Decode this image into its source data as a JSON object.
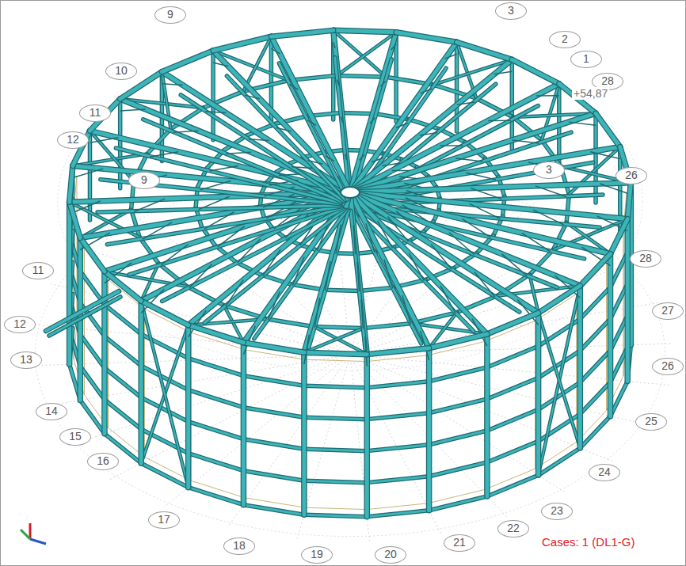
{
  "diagram": {
    "nodes": [
      {
        "text": [
          "9"
        ]
      },
      {
        "text": [
          "3"
        ]
      },
      {
        "text": [
          "2"
        ]
      },
      {
        "text": [
          "1"
        ]
      },
      {
        "text": [
          "28"
        ]
      },
      {
        "text": [
          "10"
        ]
      },
      {
        "text": [
          "11"
        ]
      },
      {
        "text": [
          "12"
        ]
      },
      {
        "text": [
          "9"
        ]
      },
      {
        "text": [
          "3"
        ]
      },
      {
        "text": [
          "26"
        ]
      },
      {
        "text": [
          "28"
        ]
      },
      {
        "text": [
          "11"
        ]
      },
      {
        "text": [
          "12"
        ]
      },
      {
        "text": [
          "27"
        ]
      },
      {
        "text": [
          "13"
        ]
      },
      {
        "text": [
          "26"
        ]
      },
      {
        "text": [
          "14"
        ]
      },
      {
        "text": [
          "25"
        ]
      },
      {
        "text": [
          "15"
        ]
      },
      {
        "text": [
          "24"
        ]
      },
      {
        "text": [
          "16"
        ]
      },
      {
        "text": [
          "17"
        ]
      },
      {
        "text": [
          "23"
        ]
      },
      {
        "text": [
          "22"
        ]
      },
      {
        "text": [
          "18"
        ]
      },
      {
        "text": [
          "21"
        ]
      },
      {
        "text": [
          "19"
        ]
      },
      {
        "text": [
          "20"
        ]
      }
    ],
    "edges": [],
    "labels": [
      "+54,87",
      "Cases: 1 (DL1-G)"
    ]
  }
}
